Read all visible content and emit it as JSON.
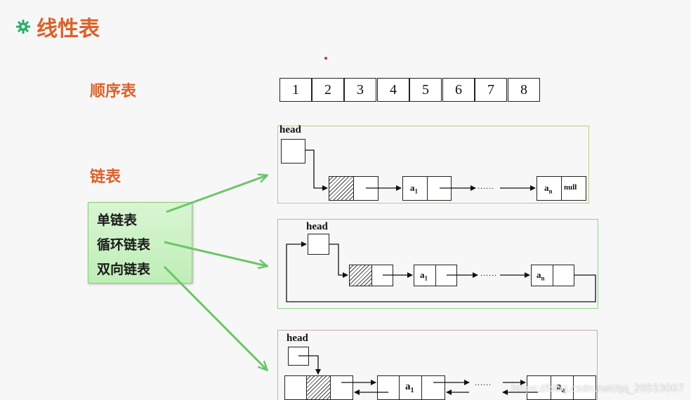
{
  "title": "线性表",
  "sequential": {
    "label": "顺序表",
    "cells": [
      "1",
      "2",
      "3",
      "4",
      "5",
      "6",
      "7",
      "8"
    ]
  },
  "linked": {
    "label": "链表"
  },
  "kinds": [
    "单链表",
    "循环链表",
    "双向链表"
  ],
  "diagrams": {
    "singly": {
      "head": "head",
      "a1": "a",
      "a1_sub": "1",
      "an": "a",
      "an_sub": "n",
      "null": "null",
      "dots": "......"
    },
    "circular": {
      "head": "head",
      "a1": "a",
      "a1_sub": "1",
      "an": "a",
      "an_sub": "n",
      "dots": "......"
    },
    "doubly": {
      "head": "head",
      "a1": "a",
      "a1_sub": "1",
      "an": "a",
      "an_sub": "a",
      "dots": "......"
    }
  },
  "watermark": "https://blog.csdn.net/qq_20553007",
  "colors": {
    "title": "#d9622b",
    "green_arrow": "#6cc56a",
    "frame_singly": "#b8cf82",
    "frame_circular": "#8ed18a",
    "frame_doubly": "#c7a9b6"
  },
  "icons": [
    "gear-bullet-icon"
  ]
}
